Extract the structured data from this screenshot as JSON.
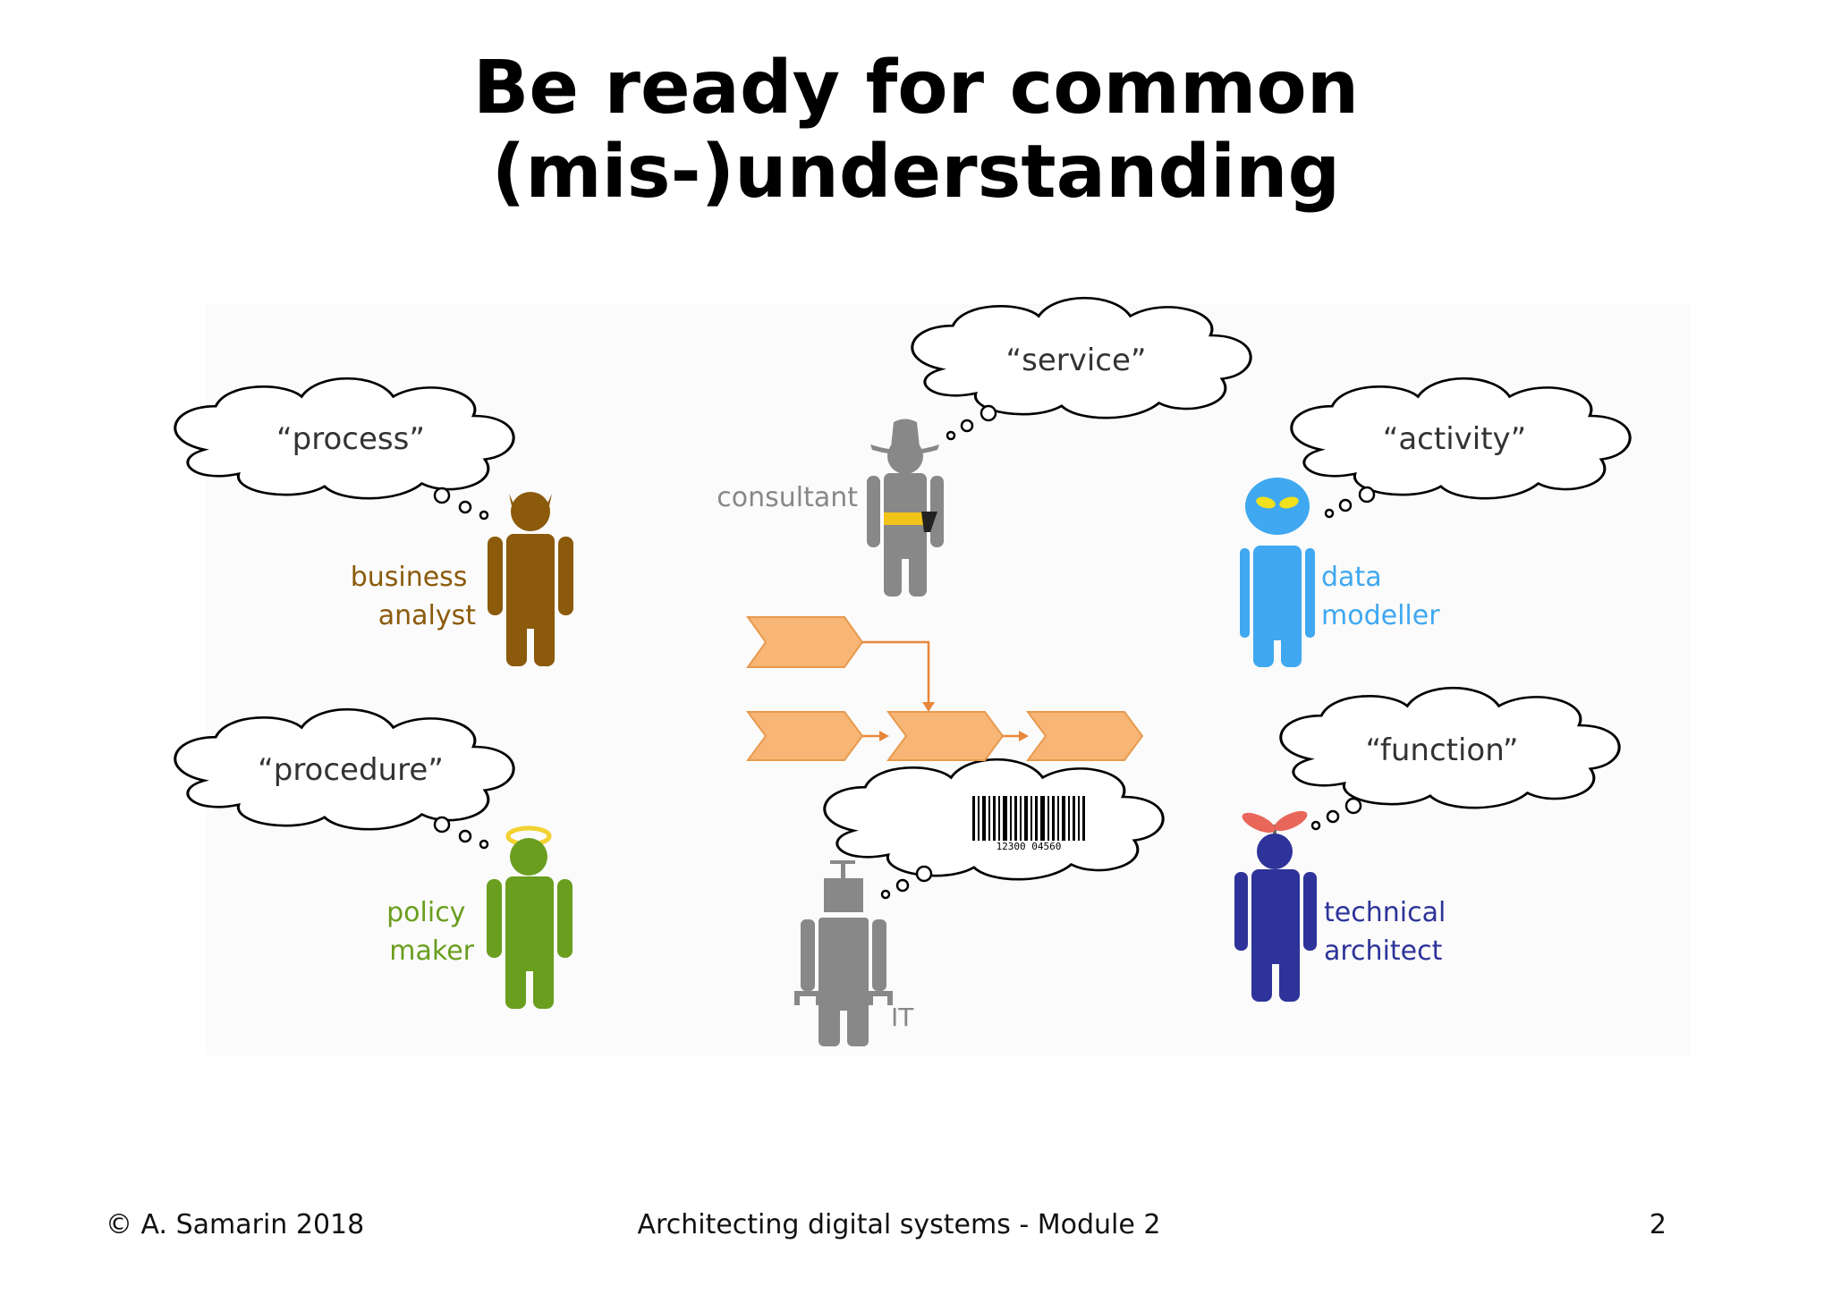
{
  "slide": {
    "title_line1": "Be ready for common",
    "title_line2": " (mis-)understanding"
  },
  "roles": {
    "business_analyst": {
      "label_line1": "business",
      "label_line2": "analyst",
      "thought": "“process”",
      "color": "#8B5A0B"
    },
    "policy_maker": {
      "label_line1": "policy",
      "label_line2": "maker",
      "thought": "“procedure”",
      "color": "#6A9E1F"
    },
    "consultant": {
      "label": "consultant",
      "thought": "“service”",
      "color": "#888888"
    },
    "it": {
      "label": "IT",
      "thought_icon": "barcode-icon",
      "barcode_text": "12300 04560",
      "color": "#888888"
    },
    "data_modeller": {
      "label_line1": "data",
      "label_line2": "modeller",
      "thought": "“activity”",
      "color": "#3FA8F0"
    },
    "technical_architect": {
      "label_line1": "technical",
      "label_line2": "architect",
      "thought": "“function”",
      "color": "#2D3399"
    }
  },
  "process_flow": {
    "color": "#F7B675",
    "stroke": "#E89A4E",
    "arrow": "#E8873A"
  },
  "footer": {
    "left": "© A. Samarin 2018",
    "center": "Architecting digital systems - Module 2",
    "right": "2"
  }
}
